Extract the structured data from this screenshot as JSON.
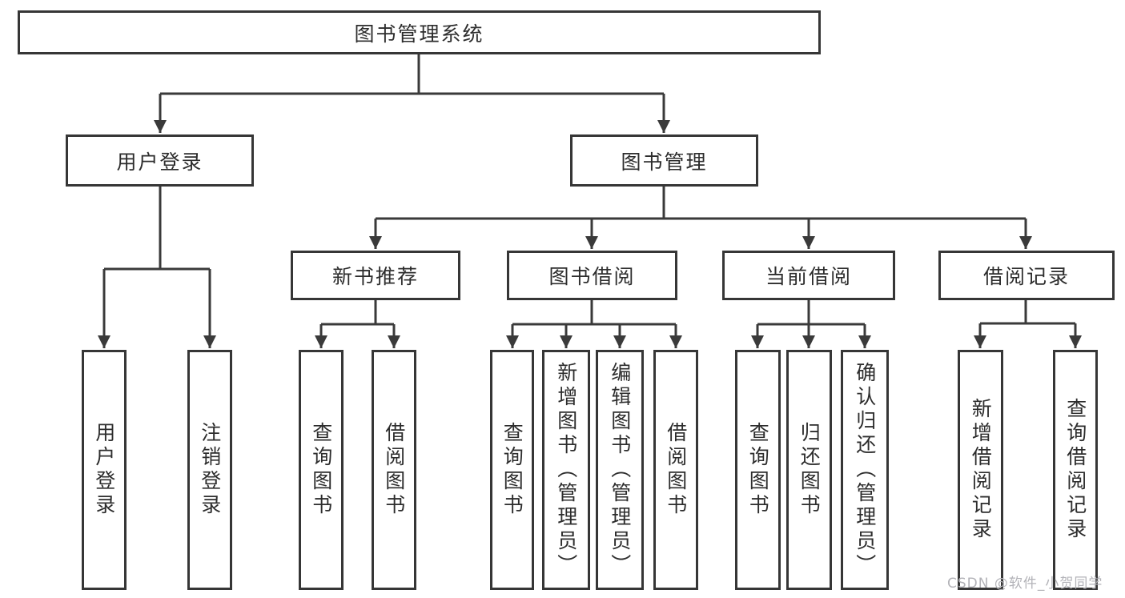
{
  "tree": {
    "root": {
      "label": "图书管理系统"
    },
    "children": [
      {
        "label": "用户登录",
        "children": [
          {
            "label": "用户登录"
          },
          {
            "label": "注销登录"
          }
        ]
      },
      {
        "label": "图书管理",
        "children": [
          {
            "label": "新书推荐",
            "children": [
              {
                "label": "查询图书"
              },
              {
                "label": "借阅图书"
              }
            ]
          },
          {
            "label": "图书借阅",
            "children": [
              {
                "label": "查询图书"
              },
              {
                "label": "新增图书（管理员）"
              },
              {
                "label": "编辑图书（管理员）"
              },
              {
                "label": "借阅图书"
              }
            ]
          },
          {
            "label": "当前借阅",
            "children": [
              {
                "label": "查询图书"
              },
              {
                "label": "归还图书"
              },
              {
                "label": "确认归还（管理员）"
              }
            ]
          },
          {
            "label": "借阅记录",
            "children": [
              {
                "label": "新增借阅记录"
              },
              {
                "label": "查询借阅记录"
              }
            ]
          }
        ]
      }
    ]
  },
  "watermark": "CSDN @软件_小贺同学",
  "colors": {
    "line": "#3a3a3a",
    "box_border": "#363636",
    "text": "#2d2d2d",
    "background": "#ffffff",
    "watermark": "#b3b3b8"
  }
}
